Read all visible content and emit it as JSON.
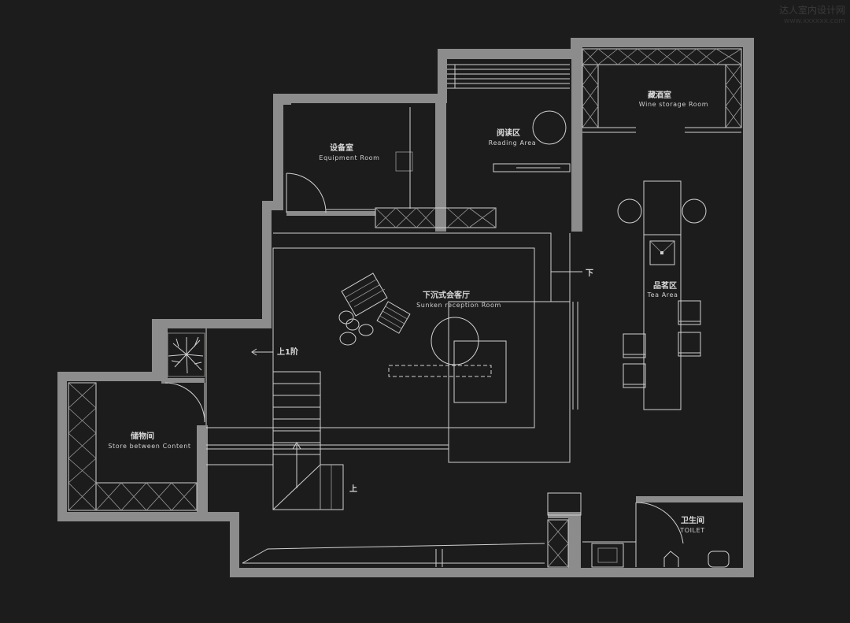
{
  "watermark": {
    "line1": "达人室内设计网",
    "line2": "www.xxxxxx.com"
  },
  "rooms": [
    {
      "id": "equipment",
      "cn": "设备室",
      "en": "Equipment Room"
    },
    {
      "id": "reading",
      "cn": "阅读区",
      "en": "Reading Area"
    },
    {
      "id": "wine",
      "cn": "藏酒室",
      "en": "Wine storage Room"
    },
    {
      "id": "sunken",
      "cn": "下沉式会客厅",
      "en": "Sunken reception Room"
    },
    {
      "id": "tea",
      "cn": "品茗区",
      "en": "Tea Area"
    },
    {
      "id": "store",
      "cn": "储物间",
      "en": "Store between Content"
    },
    {
      "id": "toilet",
      "cn": "卫生间",
      "en": "TOILET"
    }
  ],
  "markers": {
    "down": "下",
    "up_one_step": "上1阶",
    "up": "上"
  },
  "colors": {
    "background": "#1c1c1d",
    "wall": "#8c8c8c",
    "line": "#d0d0d0"
  }
}
